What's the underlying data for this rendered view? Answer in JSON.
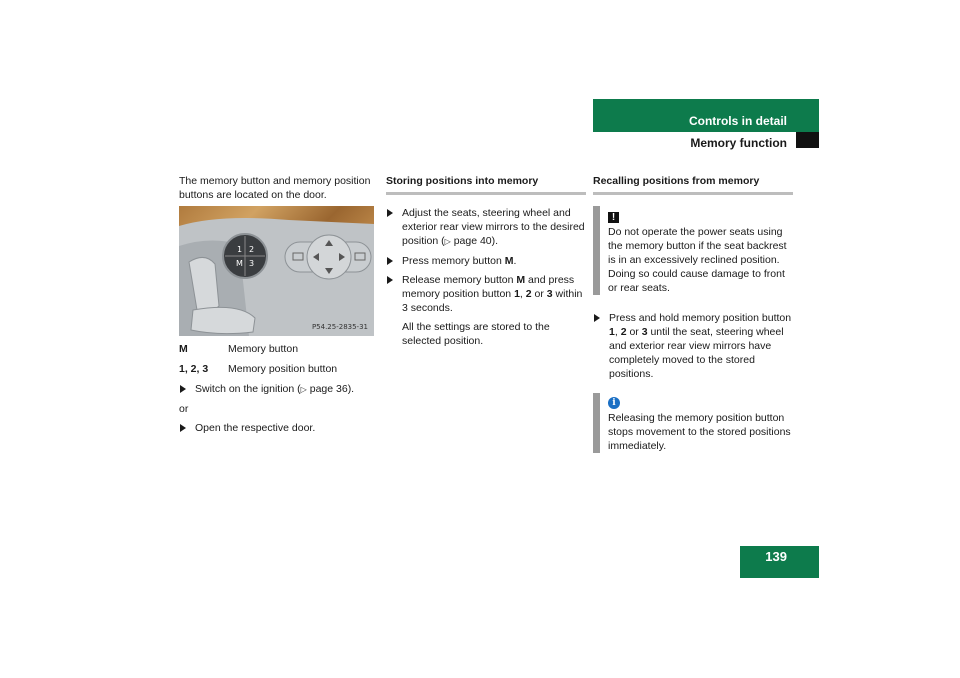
{
  "header": {
    "section": "Controls in detail",
    "title": "Memory function"
  },
  "page_number": "139",
  "col1": {
    "intro": "The memory button and memory position buttons are located on the door.",
    "image_code": "P54.25-2835-31",
    "legend": [
      {
        "key": "M",
        "desc": "Memory button"
      },
      {
        "key": "1, 2, 3",
        "desc": "Memory position button"
      }
    ],
    "step1": "Switch on the ignition (",
    "step1_ref": "page 36).",
    "or": "or",
    "step2": "Open the respective door."
  },
  "col2": {
    "heading": "Storing positions into memory",
    "step1": "Adjust the seats, steering wheel and exterior rear view mirrors to the desired position (",
    "step1_ref": "page 40).",
    "step2a": "Press memory button ",
    "step2b": "M",
    "step2c": ".",
    "step3a": "Release memory button ",
    "step3b": "M",
    "step3c": " and press memory position button ",
    "step3d": "1",
    "step3e": ", ",
    "step3f": "2",
    "step3g": " or ",
    "step3h": "3",
    "step3i": " within 3 seconds.",
    "result": "All the settings are stored to the selected position."
  },
  "col3": {
    "heading": "Recalling positions from memory",
    "warning_icon": "!",
    "warning": "Do not operate the power seats using the memory button if the seat backrest is in an excessively reclined position. Doing so could cause damage to front or rear seats.",
    "step1a": "Press and hold memory position button ",
    "step1b": "1",
    "step1c": ", ",
    "step1d": "2",
    "step1e": " or ",
    "step1f": "3",
    "step1g": " until the seat, steering wheel and exterior rear view mirrors have completely moved to the stored positions.",
    "info_icon": "i",
    "info": "Releasing the memory position button stops movement to the stored positions immediately."
  },
  "colors": {
    "accent": "#0d7b4c",
    "rule": "#bdbdbd",
    "info": "#1a6fc4"
  }
}
